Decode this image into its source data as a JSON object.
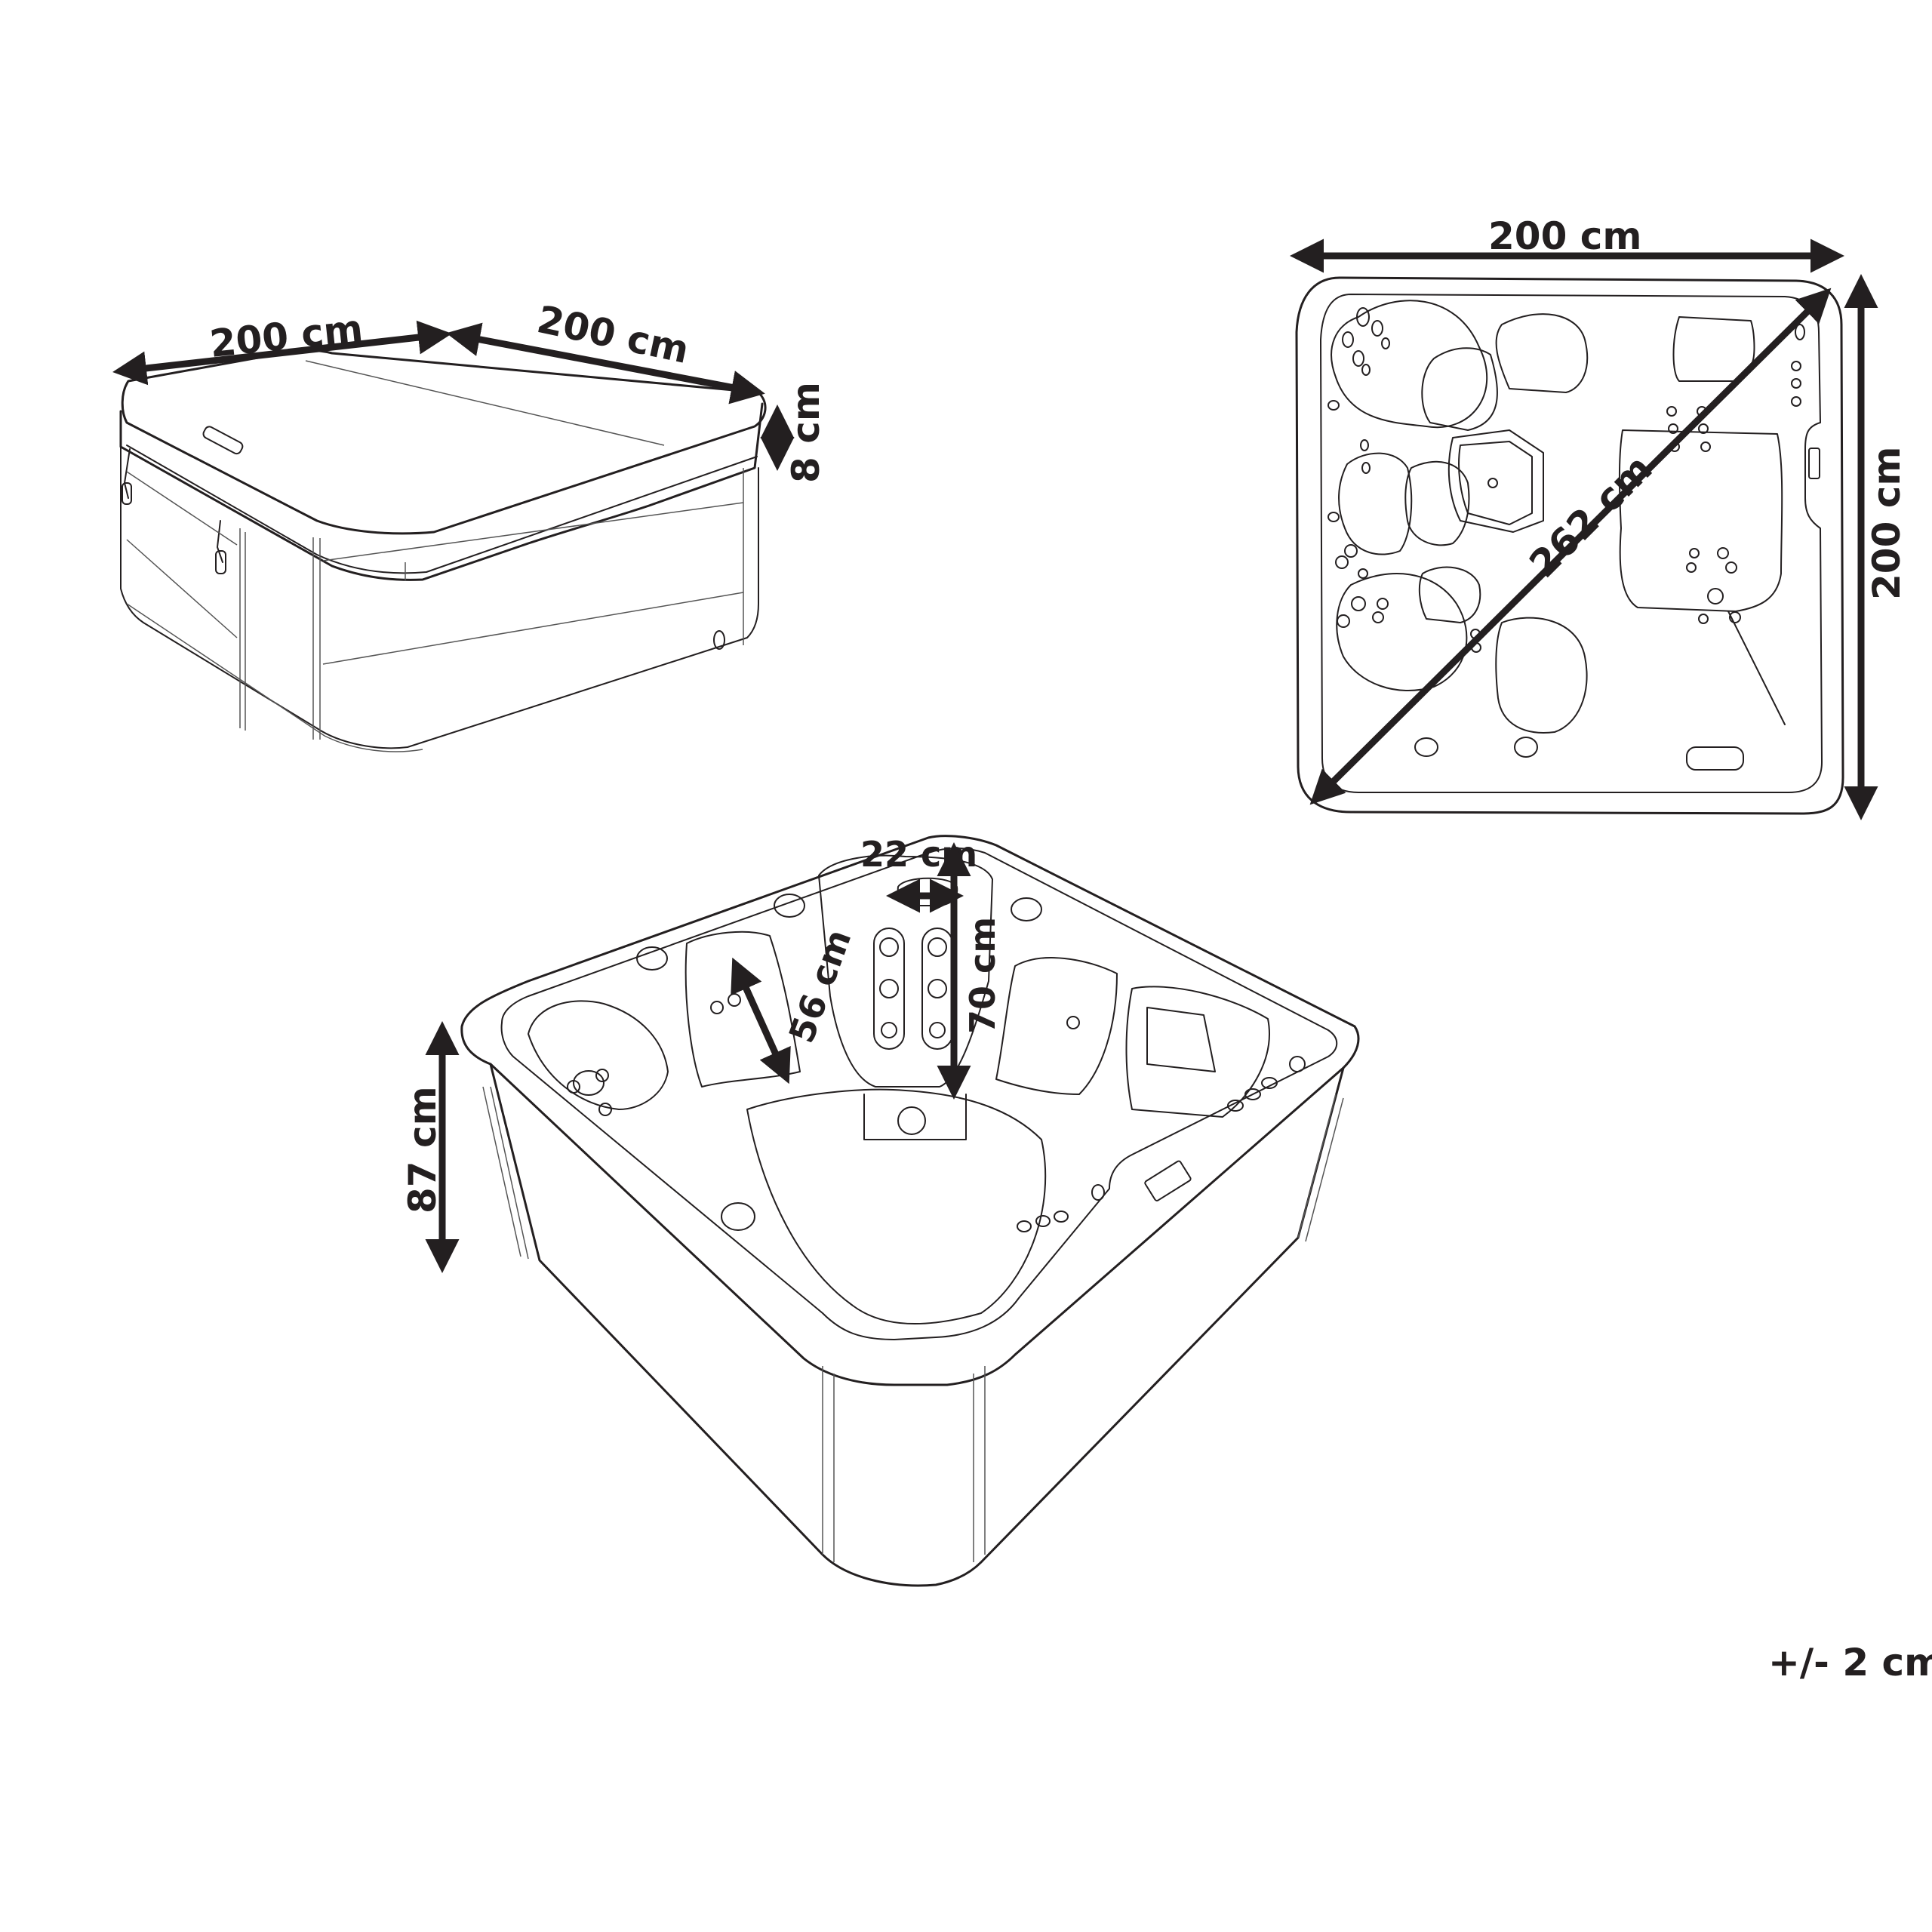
{
  "diagram": {
    "subject": "square hot tub with cover — dimension drawing",
    "line_color": "#231f20",
    "background": "#ffffff",
    "views": [
      {
        "id": "covered-iso-view",
        "dimensions": {
          "width_left": "200 cm",
          "width_right": "200 cm",
          "cover_thickness": "8 cm"
        }
      },
      {
        "id": "top-view",
        "dimensions": {
          "width": "200 cm",
          "depth": "200 cm",
          "diagonal": "262 cm"
        }
      },
      {
        "id": "open-iso-view",
        "dimensions": {
          "height": "87 cm",
          "headrest_width": "22 cm",
          "seat_back_height": "56 cm",
          "lounger_back_height": "70 cm"
        }
      }
    ],
    "tolerance": "+/- 2 cm"
  }
}
